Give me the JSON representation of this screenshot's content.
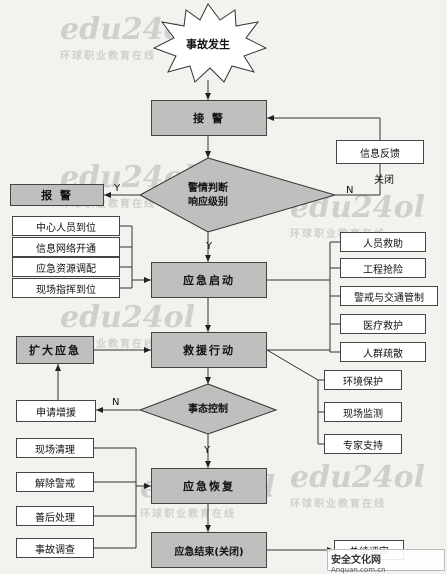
{
  "watermark": {
    "text": "edu24ol",
    "sub": "环球职业教育在线"
  },
  "nodes": {
    "start": "事故发生",
    "report_main": "接  警",
    "feedback": "信息反馈",
    "close": "关闭",
    "judge_line1": "警情判断",
    "judge_line2": "响应级别",
    "report_left": "报  警",
    "left_top": [
      "中心人员到位",
      "信息网络开通",
      "应急资源调配",
      "现场指挥到位"
    ],
    "activate": "应急启动",
    "right_top": [
      "人员救助",
      "工程抢险",
      "警戒与交通管制",
      "医疗救护",
      "人群疏散"
    ],
    "expand": "扩大应急",
    "rescue": "救援行动",
    "right_mid": [
      "环境保护",
      "现场监测",
      "专家支持"
    ],
    "apply": "申请增援",
    "control": "事态控制",
    "left_bottom": [
      "现场清理",
      "解除警戒",
      "善后处理",
      "事故调查"
    ],
    "recover": "应急恢复",
    "end": "应急结束(关闭)",
    "summary": "总结评审"
  },
  "labels": {
    "yes": "Y",
    "no": "N"
  },
  "stamp": {
    "line1": "安全文化网",
    "line2": "Anquan.com.cn"
  }
}
